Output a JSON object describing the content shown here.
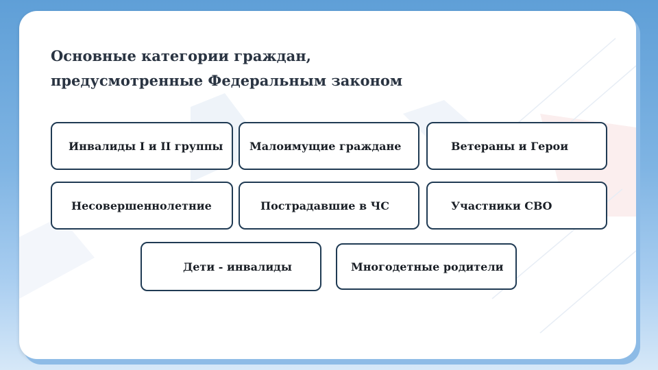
{
  "title": {
    "line1": "Основные категории граждан,",
    "line2": "предусмотренные Федеральным законом"
  },
  "categories": [
    {
      "label": "Инвалиды I и II группы"
    },
    {
      "label": "Малоимущие граждане"
    },
    {
      "label": "Ветераны и Герои"
    },
    {
      "label": "Несовершеннолетние"
    },
    {
      "label": "Пострадавшие в ЧС"
    },
    {
      "label": "Участники СВО"
    },
    {
      "label": "Дети - инвалиды"
    },
    {
      "label": "Многодетные родители"
    }
  ],
  "colors": {
    "box_border": "#1f3a53",
    "title_text": "#2a3442",
    "frame_blue": "#5f9fd7"
  }
}
